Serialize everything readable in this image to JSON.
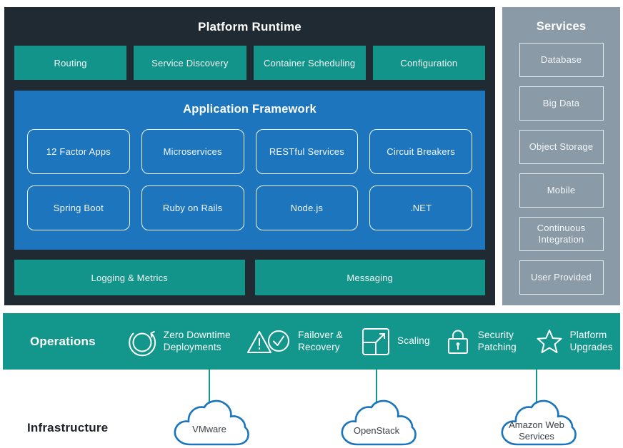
{
  "colors": {
    "dark_panel": "#1f2a32",
    "teal": "#12948a",
    "operations_teal": "#13978c",
    "blue": "#1c75bd",
    "services_gray": "#8a9aa6",
    "cloud_stroke": "#1b75bc",
    "text_light": "#f2f6f7",
    "text_dark": "#1d2127"
  },
  "platform_runtime": {
    "title": "Platform Runtime",
    "top_row": [
      "Routing",
      "Service Discovery",
      "Container Scheduling",
      "Configuration"
    ],
    "application_framework": {
      "title": "Application Framework",
      "row1": [
        "12 Factor Apps",
        "Microservices",
        "RESTful Services",
        "Circuit Breakers"
      ],
      "row2": [
        "Spring Boot",
        "Ruby on Rails",
        "Node.js",
        ".NET"
      ]
    },
    "bottom_row": [
      "Logging & Metrics",
      "Messaging"
    ]
  },
  "services": {
    "title": "Services",
    "items": [
      "Database",
      "Big Data",
      "Object Storage",
      "Mobile",
      "Continuous Integration",
      "User Provided"
    ]
  },
  "operations": {
    "title": "Operations",
    "items": [
      {
        "icon": "refresh-circle-icon",
        "label": "Zero Downtime Deployments"
      },
      {
        "icon": "warning-triangle-check-circle-icon",
        "label": "Failover & Recovery"
      },
      {
        "icon": "scaling-expand-icon",
        "label": "Scaling"
      },
      {
        "icon": "security-lock-icon",
        "label": "Security Patching"
      },
      {
        "icon": "star-icon",
        "label": "Platform Upgrades"
      }
    ]
  },
  "infrastructure": {
    "title": "Infrastructure",
    "providers": [
      "VMware",
      "OpenStack",
      "Amazon Web Services"
    ]
  }
}
